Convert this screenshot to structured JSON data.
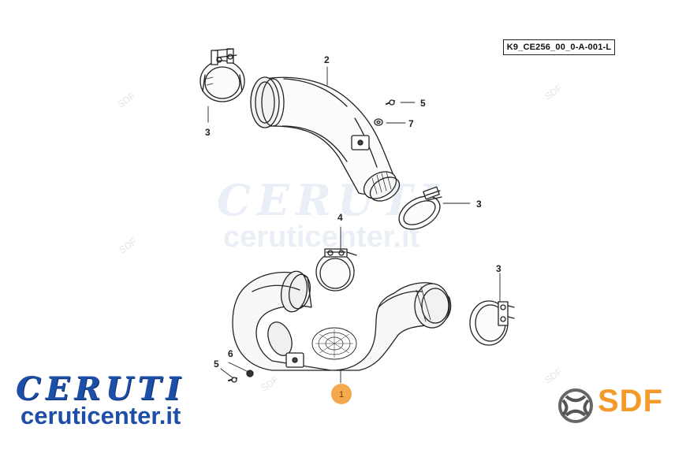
{
  "reference_code": "K9_CE256_00_0-A-001-L",
  "callouts": {
    "c1": "1",
    "c2": "2",
    "c3a": "3",
    "c3b": "3",
    "c3c": "3",
    "c4": "4",
    "c5a": "5",
    "c5b": "5",
    "c6": "6",
    "c7": "7"
  },
  "brand": {
    "name": "CERUTI",
    "site": "ceruticenter.it",
    "color": "#1d4fa8"
  },
  "manufacturer": {
    "name": "SDF",
    "color": "#f39a2b"
  },
  "highlight_color": "#f5a94f"
}
